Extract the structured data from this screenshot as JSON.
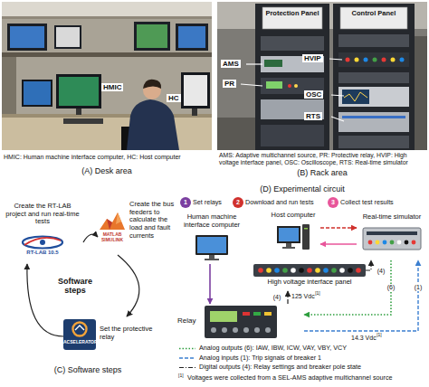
{
  "diagram": {
    "nodes": [
      {
        "text": [
          "RT-LAB 10.5",
          "Create the RT-LAB project and run real-time tests"
        ]
      },
      {
        "text": [
          "MATLAB SIMULINK",
          "Create the bus feeders to calculate the load and fault currents"
        ]
      },
      {
        "text": [
          "ACSELERATOR",
          "Set the protective relay"
        ]
      },
      {
        "text": [
          "Human machine interface computer"
        ]
      },
      {
        "text": [
          "Host computer"
        ]
      },
      {
        "text": [
          "Real-time simulator"
        ]
      },
      {
        "text": [
          "High voltage interface panel"
        ]
      },
      {
        "text": [
          "Relay"
        ]
      }
    ],
    "edges": [
      {
        "from": 1,
        "to": 2,
        "arrow": "to"
      },
      {
        "from": 2,
        "to": 0,
        "arrow": "to"
      },
      {
        "from": 0,
        "to": 1,
        "arrow": "to"
      },
      {
        "from": 3,
        "to": 7,
        "arrow": "to"
      },
      {
        "from": 4,
        "to": 5,
        "arrow": "to"
      },
      {
        "from": 5,
        "to": 4,
        "arrow": "to"
      },
      {
        "from": 7,
        "to": 6,
        "label": "(4)",
        "arrow": "to"
      },
      {
        "from": 6,
        "to": 5,
        "label": "(4)",
        "arrow": "to"
      },
      {
        "from": 5,
        "to": 7,
        "label": "(6)",
        "arrow": "to"
      },
      {
        "from": 7,
        "to": 5,
        "label": "(1)",
        "arrow": "to"
      }
    ],
    "labels": [
      "HMIC",
      "HC",
      "HMIC: Human machine interface computer, HC: Host computer",
      "(A) Desk area",
      "Protection Panel",
      "Control Panel",
      "AMS",
      "PR",
      "HVIP",
      "OSC",
      "RTS",
      "AMS: Adaptive multichannel source, PR: Protective relay, HVIP: High voltage interface panel, OSC: Oscilloscope, RTS: Real-time simulator",
      "(B) Rack area",
      "Software steps",
      "(C) Software steps",
      "(D) Experimental circuit",
      "1",
      "2",
      "3",
      "125 Vdc",
      "[1]",
      "14.3 Vdc",
      "[1]",
      "[1]",
      "Voltages were collected from a SEL-AMS adaptive multichannel source"
    ],
    "legend": [
      {
        "text": "Set relays"
      },
      {
        "text": "Download and run tests"
      },
      {
        "text": "Collect test results"
      },
      {
        "text": "Analog outputs (6): IAW, IBW, ICW, VAY, VBY, VCY"
      },
      {
        "text": "Analog inputs (1): Trip signals of breaker 1"
      },
      {
        "text": "Digital outputs (4): Relay settings and breaker pole state"
      }
    ]
  }
}
